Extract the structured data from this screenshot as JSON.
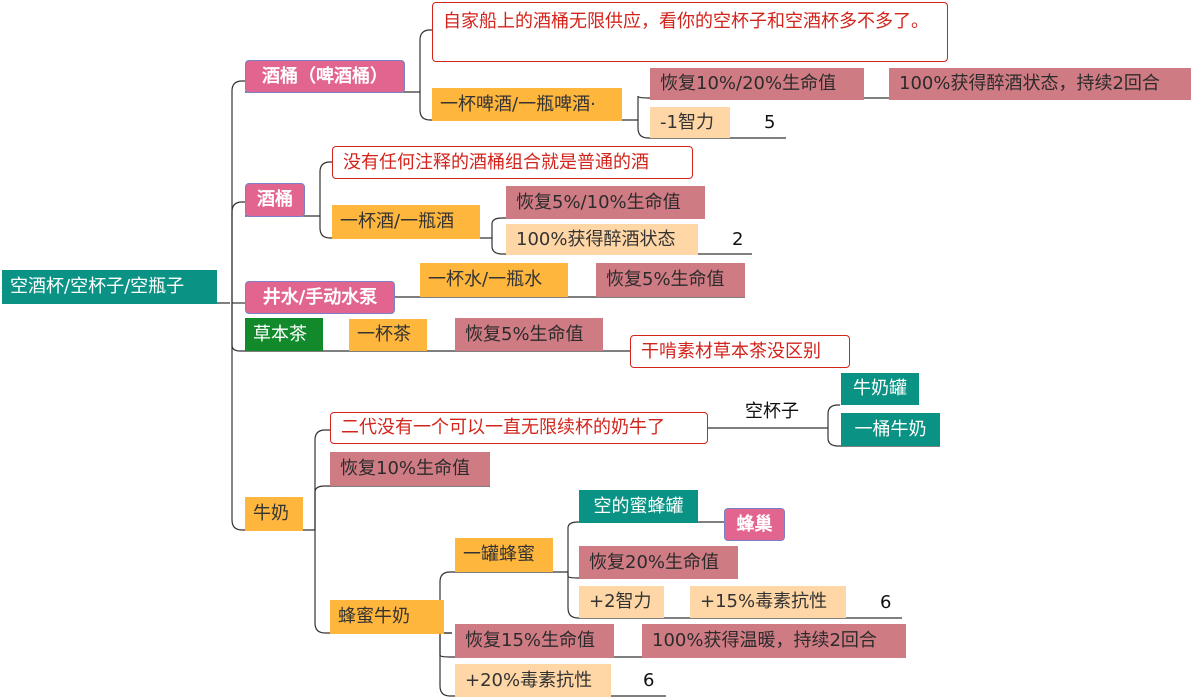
{
  "root": {
    "label": "空酒杯/空杯子/空瓶子"
  },
  "beer_barrel": {
    "label": "酒桶（啤酒桶）",
    "note": "自家船上的酒桶无限供应，看你的空杯子和空酒杯多不多了。",
    "serving": "一杯啤酒/一瓶啤酒·",
    "effect": "恢复10%/20%生命值",
    "effect2": "100%获得醉酒状态，持续2回合",
    "side_effect": "-1智力",
    "count": "5"
  },
  "barrel": {
    "label": "酒桶",
    "note": "没有任何注释的酒桶组合就是普通的酒",
    "serving": "一杯酒/一瓶酒",
    "effect": "恢复5%/10%生命值",
    "status": "100%获得醉酒状态",
    "count": "2"
  },
  "well": {
    "label": "井水/手动水泵",
    "serving": "一杯水/一瓶水",
    "effect": "恢复5%生命值"
  },
  "herbal_tea": {
    "label": "草本茶",
    "serving": "一杯茶",
    "effect": "恢复5%生命值",
    "note": "干啃素材草本茶没区别"
  },
  "milk": {
    "label": "牛奶",
    "note": "二代没有一个可以一直无限续杯的奶牛了",
    "link_label": "空杯子",
    "milk_can": "牛奶罐",
    "bucket": "一桶牛奶",
    "effect": "恢复10%生命值",
    "honey_milk": {
      "label": "蜂蜜牛奶",
      "honey_jar": "一罐蜂蜜",
      "empty_jar": "空的蜜蜂罐",
      "hive": "蜂巢",
      "jar_effect": "恢复20%生命值",
      "jar_int": "+2智力",
      "jar_poison": "+15%毒素抗性",
      "jar_count": "6",
      "effect": "恢复15%生命值",
      "effect2": "100%获得温暖，持续2回合",
      "poison": "+20%毒素抗性",
      "count": "6"
    }
  },
  "colors": {
    "teal": "#0a9384",
    "pink": "#e2658f",
    "orange": "#ffb63d",
    "rose": "#cf7b84",
    "peach": "#ffd6a6",
    "green": "#128a2c",
    "note_red": "#d3241c"
  }
}
